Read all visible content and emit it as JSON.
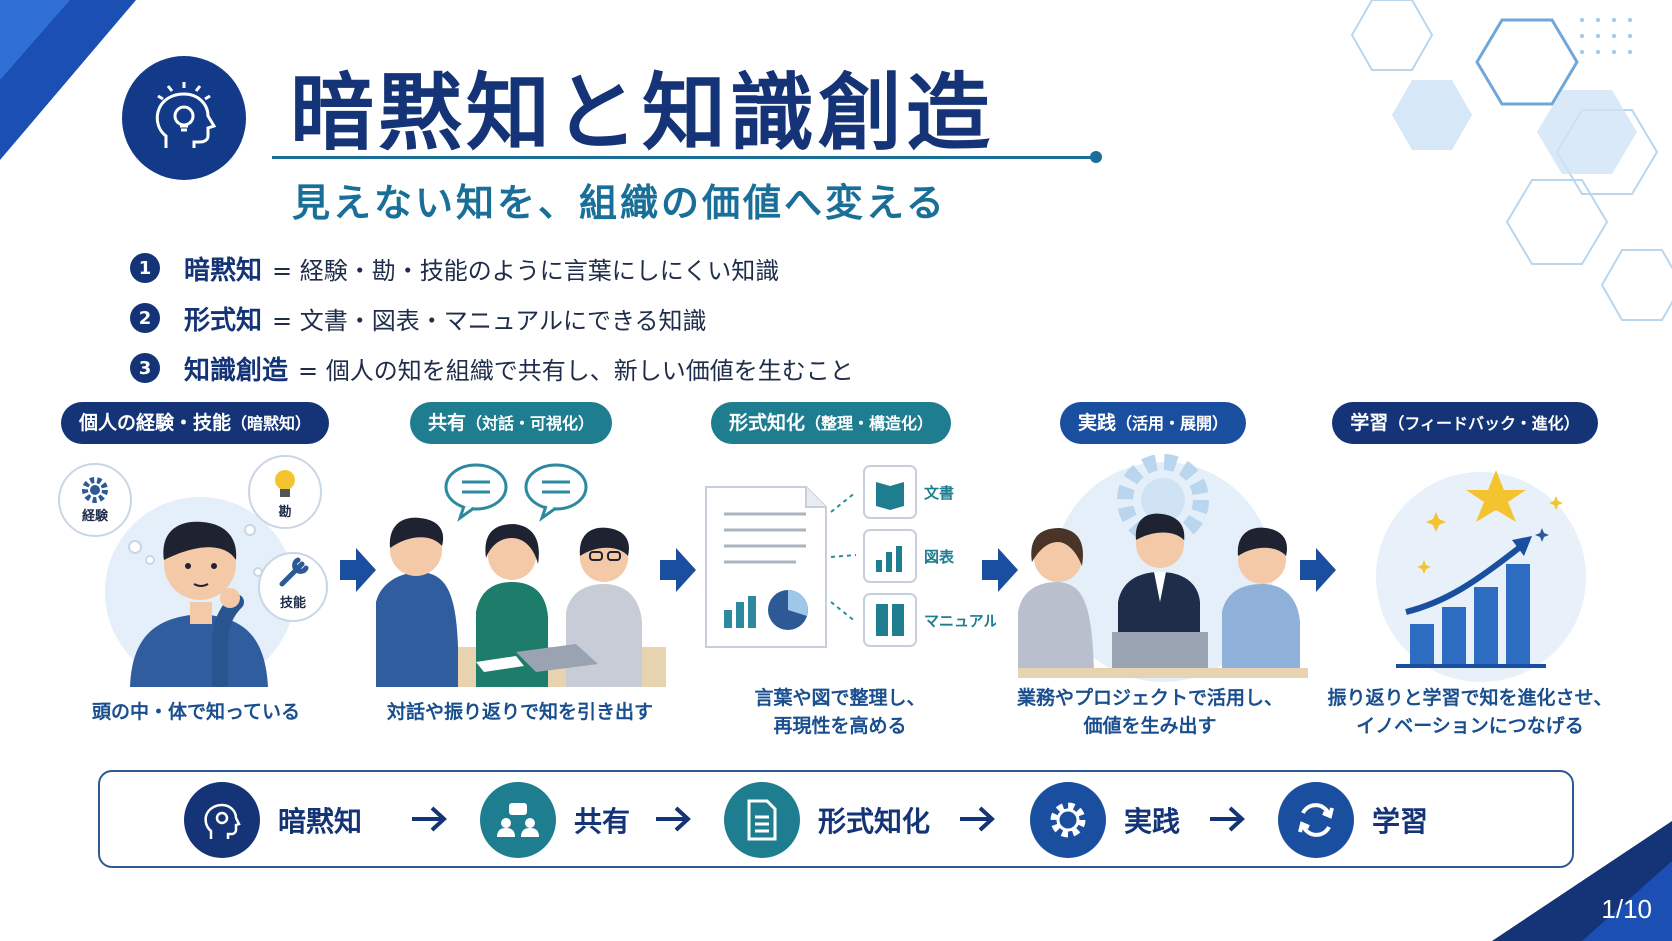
{
  "header": {
    "title": "暗黙知と知識創造",
    "subtitle": "見えない知を、組織の価値へ変える"
  },
  "definitions": [
    {
      "num": "1",
      "term": "暗黙知",
      "desc": "= 経験・勘・技能のように言葉にしにくい知識"
    },
    {
      "num": "2",
      "term": "形式知",
      "desc": "= 文書・図表・マニュアルにできる知識"
    },
    {
      "num": "3",
      "term": "知識創造",
      "desc": "= 個人の知を組織で共有し、新しい価値を生むこと"
    }
  ],
  "steps": [
    {
      "label": "個人の経験・技能",
      "sub": "（暗黙知）",
      "caption1": "頭の中・体で知っている",
      "caption2": "",
      "bubbles": [
        "経験",
        "勘",
        "技能"
      ]
    },
    {
      "label": "共有",
      "sub": "（対話・可視化）",
      "caption1": "対話や振り返りで知を引き出す",
      "caption2": ""
    },
    {
      "label": "形式知化",
      "sub": "（整理・構造化）",
      "caption1": "言葉や図で整理し、",
      "caption2": "再現性を高める",
      "docs": [
        "文書",
        "図表",
        "マニュアル"
      ]
    },
    {
      "label": "実践",
      "sub": "（活用・展開）",
      "caption1": "業務やプロジェクトで活用し、",
      "caption2": "価値を生み出す"
    },
    {
      "label": "学習",
      "sub": "（フィードバック・進化）",
      "caption1": "振り返りと学習で知を進化させ、",
      "caption2": "イノベーションにつなげる"
    }
  ],
  "flow": [
    {
      "label": "暗黙知",
      "icon": "head-bulb-icon",
      "color": "#143477"
    },
    {
      "label": "共有",
      "icon": "people-chat-icon",
      "color": "#1e7d8f"
    },
    {
      "label": "形式知化",
      "icon": "document-icon",
      "color": "#1e7d8f"
    },
    {
      "label": "実践",
      "icon": "gear-icon",
      "color": "#1a4fa0"
    },
    {
      "label": "学習",
      "icon": "cycle-icon",
      "color": "#1a4fa0"
    }
  ],
  "page": {
    "number": "1/10"
  },
  "colors": {
    "navy": "#143477",
    "teal": "#1e7d8f",
    "blue": "#1a4fa0",
    "accent": "#1a6f98"
  }
}
